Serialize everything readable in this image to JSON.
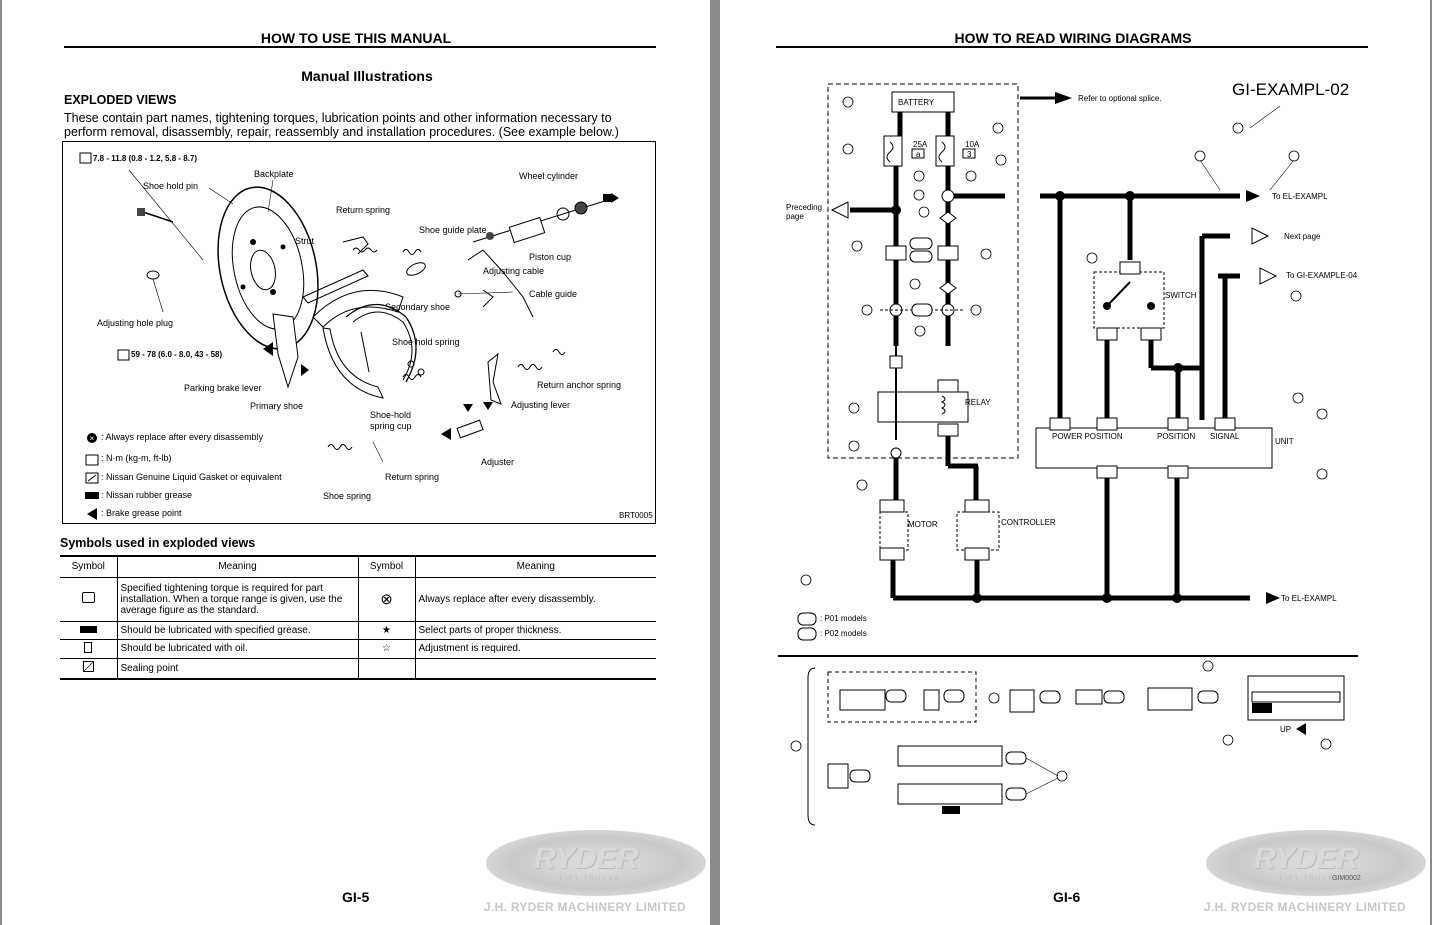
{
  "left": {
    "header": "HOW TO USE THIS MANUAL",
    "section_title": "Manual Illustrations",
    "exploded_heading": "EXPLODED VIEWS",
    "exploded_text": "These contain part names, tightening torques, lubrication points and other information necessary to perform removal, disassembly, repair, reassembly and installation procedures. (See example below.)",
    "figure": {
      "torque_top": "7.8 - 11.8 (0.8 - 1.2, 5.8 - 8.7)",
      "torque_mid": "59 - 78 (6.0 - 8.0, 43 - 58)",
      "code": "BRT0005",
      "labels": {
        "shoe_hold_pin": "Shoe hold pin",
        "backplate": "Backplate",
        "wheel_cylinder": "Wheel cylinder",
        "return_spring_top": "Return spring",
        "strut": "Strut",
        "shoe_guide_plate": "Shoe guide plate",
        "piston_cup": "Piston cup",
        "adjusting_cable": "Adjusting cable",
        "cable_guide": "Cable guide",
        "adjusting_hole_plug": "Adjusting hole plug",
        "secondary_shoe": "Secondary shoe",
        "shoe_hold_spring": "Shoe hold spring",
        "parking_brake_lever": "Parking brake lever",
        "primary_shoe": "Primary shoe",
        "return_anchor_spring": "Return anchor spring",
        "adjusting_lever": "Adjusting lever",
        "shoe_hold_spring_cup_1": "Shoe-hold",
        "shoe_hold_spring_cup_2": "spring cup",
        "adjuster": "Adjuster",
        "return_spring_bottom": "Return spring",
        "shoe_spring": "Shoe spring"
      },
      "legend": [
        ": Always replace after every disassembly",
        ": N·m (kg-m, ft-lb)",
        ": Nissan Genuine Liquid Gasket or equivalent",
        ": Nissan rubber grease",
        ": Brake grease point"
      ]
    },
    "symbols_heading": "Symbols used in exploded views",
    "table": {
      "headers": [
        "Symbol",
        "Meaning",
        "Symbol",
        "Meaning"
      ],
      "rows": [
        {
          "m1": "Specified tightening torque is required for part installation. When a torque range is given, use the average figure as the standard.",
          "s2": "⊗",
          "m2": "Always replace after every disassembly."
        },
        {
          "m1": "Should be lubricated with specified grease.",
          "s2": "★",
          "m2": "Select parts of proper thickness."
        },
        {
          "m1": "Should be lubricated with oil.",
          "s2": "☆",
          "m2": "Adjustment is required."
        },
        {
          "m1": "Sealing point",
          "s2": "",
          "m2": ""
        }
      ]
    },
    "page_number": "GI-5",
    "watermark": {
      "brand": "RYDER",
      "tag": "LIFT TRUCKS",
      "company": "J.H. RYDER MACHINERY LIMITED"
    }
  },
  "right": {
    "header": "HOW TO READ WIRING DIAGRAMS",
    "diagram_id": "GI-EXAMPL-02",
    "labels": {
      "battery": "BATTERY",
      "refer": "Refer to optional splice.",
      "fuse_25a": "25A",
      "fuse_a": "a",
      "fuse_10a": "10A",
      "fuse_3": "3",
      "preceding": "Preceding",
      "page": "page",
      "to_el_exampl": "To EL-EXAMPL",
      "next_page": "Next page",
      "to_gi_example_04": "To GI-EXAMPLE-04",
      "switch": "SWITCH",
      "relay": "RELAY",
      "motor": "MOTOR",
      "controller": "CONTROLLER",
      "unit": "UNIT",
      "power_position": "POWER POSITION",
      "position": "POSITION",
      "signal": "SIGNAL",
      "p01_models": ": P01 models",
      "p02_models": ": P02 models",
      "up": "UP",
      "to_el_exampl_bottom": "To EL-EXAMPL",
      "code": "GIM0002"
    },
    "page_number": "GI-6",
    "watermark": {
      "brand": "RYDER",
      "tag": "LIFT TRUCKS",
      "company": "J.H. RYDER MACHINERY LIMITED"
    }
  }
}
